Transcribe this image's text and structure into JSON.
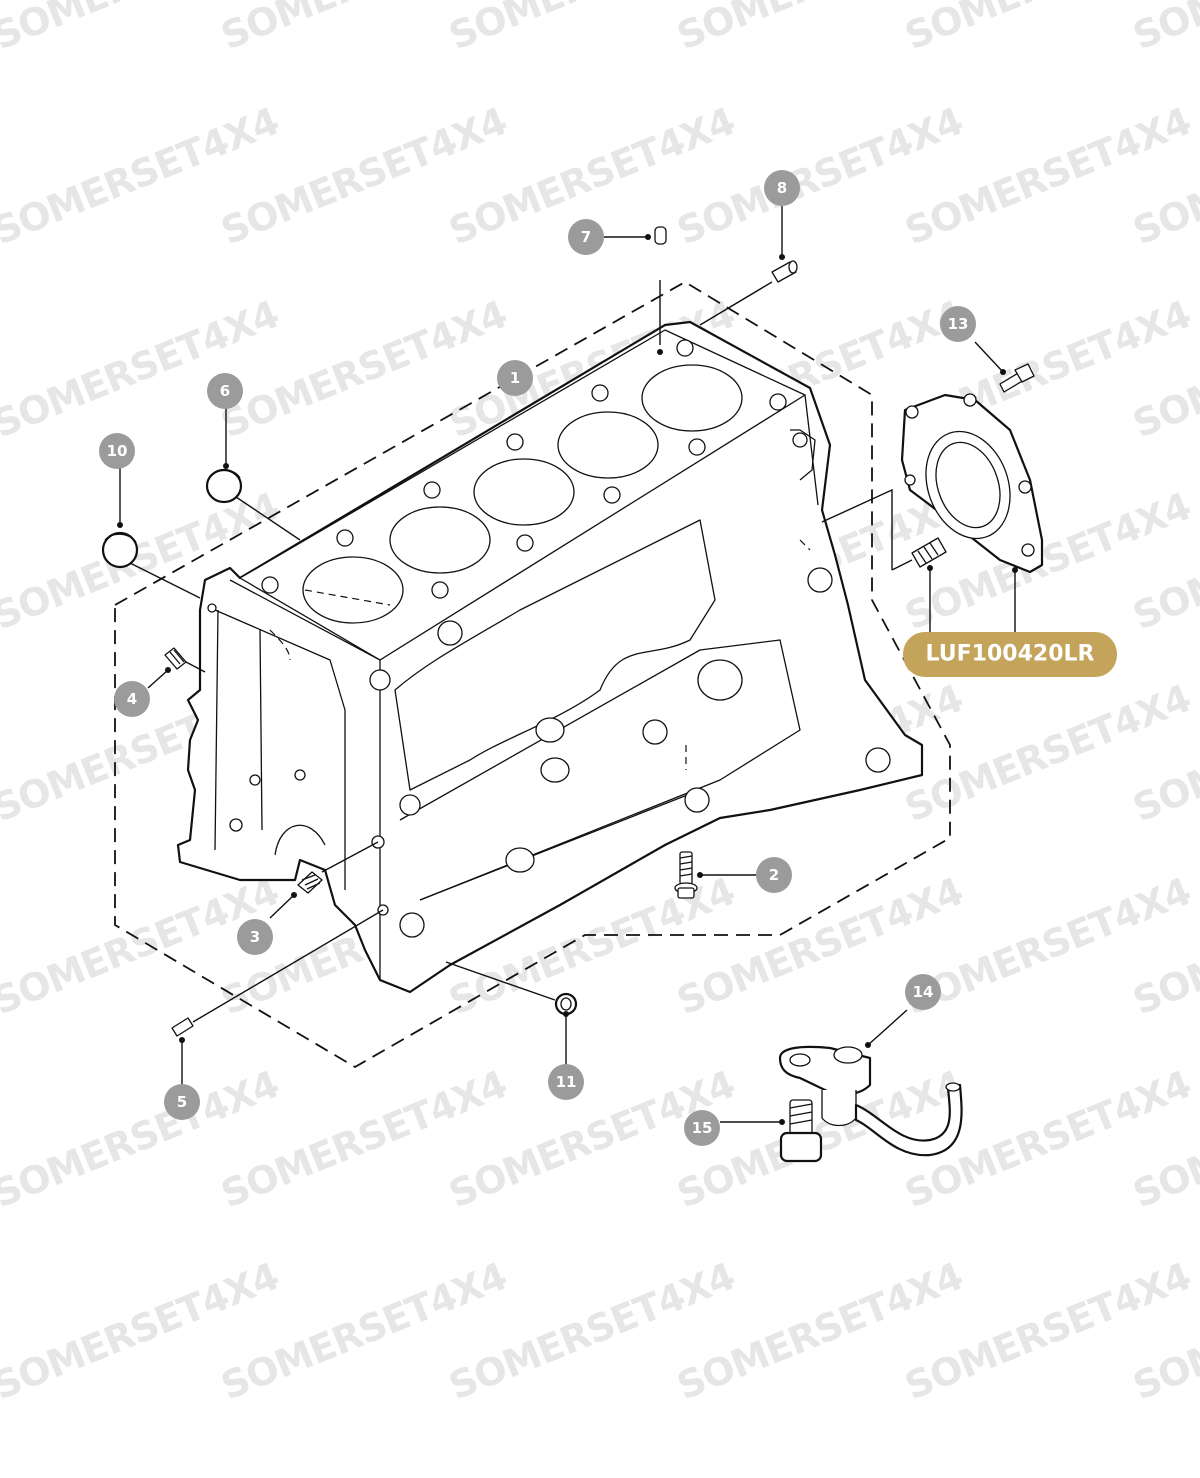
{
  "watermark": {
    "text": "SOMERSET4X4",
    "color": "#b8b8b8"
  },
  "part_number_badge": {
    "text": "LUF100420LR",
    "color": "#c4a35a"
  },
  "callouts": [
    {
      "label": "1"
    },
    {
      "label": "2"
    },
    {
      "label": "3"
    },
    {
      "label": "4"
    },
    {
      "label": "5"
    },
    {
      "label": "6"
    },
    {
      "label": "7"
    },
    {
      "label": "8"
    },
    {
      "label": "10"
    },
    {
      "label": "11"
    },
    {
      "label": "13"
    },
    {
      "label": "14"
    },
    {
      "label": "15"
    }
  ],
  "colors": {
    "callout_fill": "#9b9b9b",
    "line": "#111111",
    "background": "#ffffff"
  }
}
